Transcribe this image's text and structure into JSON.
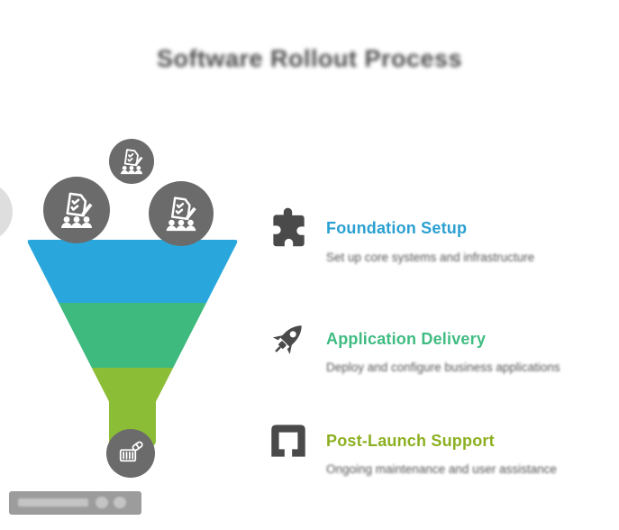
{
  "title": "Software Rollout Process",
  "sections": [
    {
      "icon": "puzzle-icon",
      "heading": "Foundation Setup",
      "heading_color": "#2ba0d2",
      "description": "Set up core systems and infrastructure"
    },
    {
      "icon": "rocket-icon",
      "heading": "Application Delivery",
      "heading_color": "#3fbc82",
      "description": "Deploy and configure business applications"
    },
    {
      "icon": "support-icon",
      "heading": "Post-Launch Support",
      "heading_color": "#8cb021",
      "description": "Ongoing maintenance and user assistance"
    }
  ],
  "funnel": {
    "stage_colors": [
      "#29a7dd",
      "#3eba7e",
      "#8bbd37"
    ],
    "circle_color": "#6b6b6b",
    "top_icon": "applicants-document-icon",
    "bottom_icon": "medication-icon"
  },
  "colors": {
    "title_text": "#4c4c4c",
    "body_text": "#555555",
    "icon_dark": "#4a4a4a",
    "background": "#ffffff"
  }
}
